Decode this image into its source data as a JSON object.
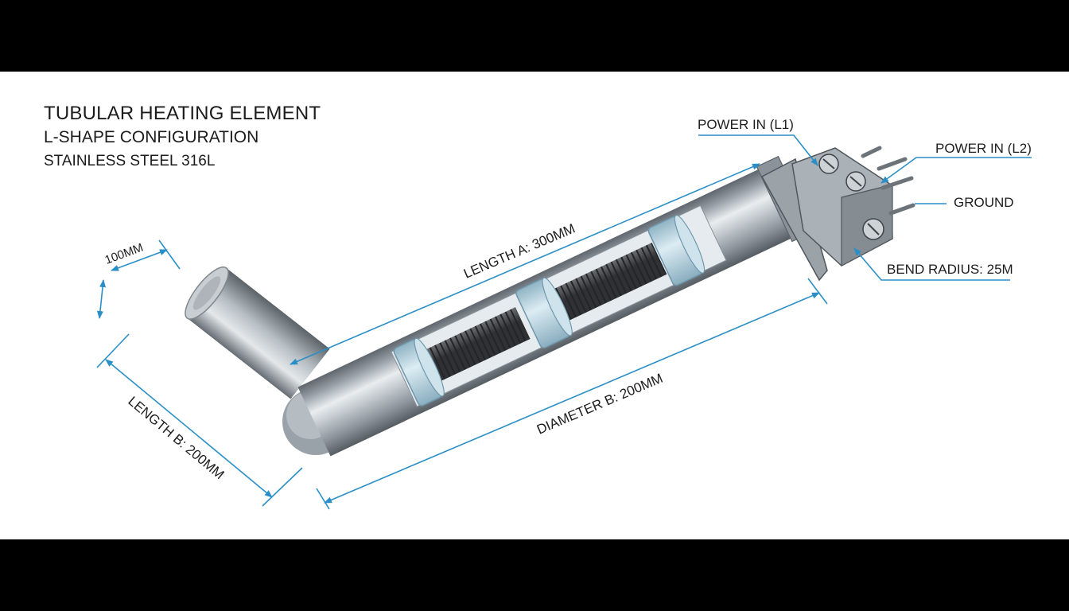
{
  "title": {
    "line1": "TUBULAR HEATING ELEMENT",
    "line2": "L-SHAPE CONFIGURATION",
    "line3": "STAINLESS STEEL 316L"
  },
  "dimensions": {
    "tube_end": "100MM",
    "length_a": "LENGTH A: 300MM",
    "diameter_b": "DIAMETER B: 200MM",
    "length_b": "LENGTH B: 200MM"
  },
  "callouts": {
    "power_l1": "POWER IN (L1)",
    "power_l2": "POWER IN (L2)",
    "ground": "GROUND",
    "bend_radius": "BEND RADIUS: 25M"
  },
  "colors": {
    "dimension_line": "#2a8fc7",
    "tube_steel": "#a9b0b8",
    "insulator": "#b9d6e4",
    "coil": "#4d4f52"
  }
}
